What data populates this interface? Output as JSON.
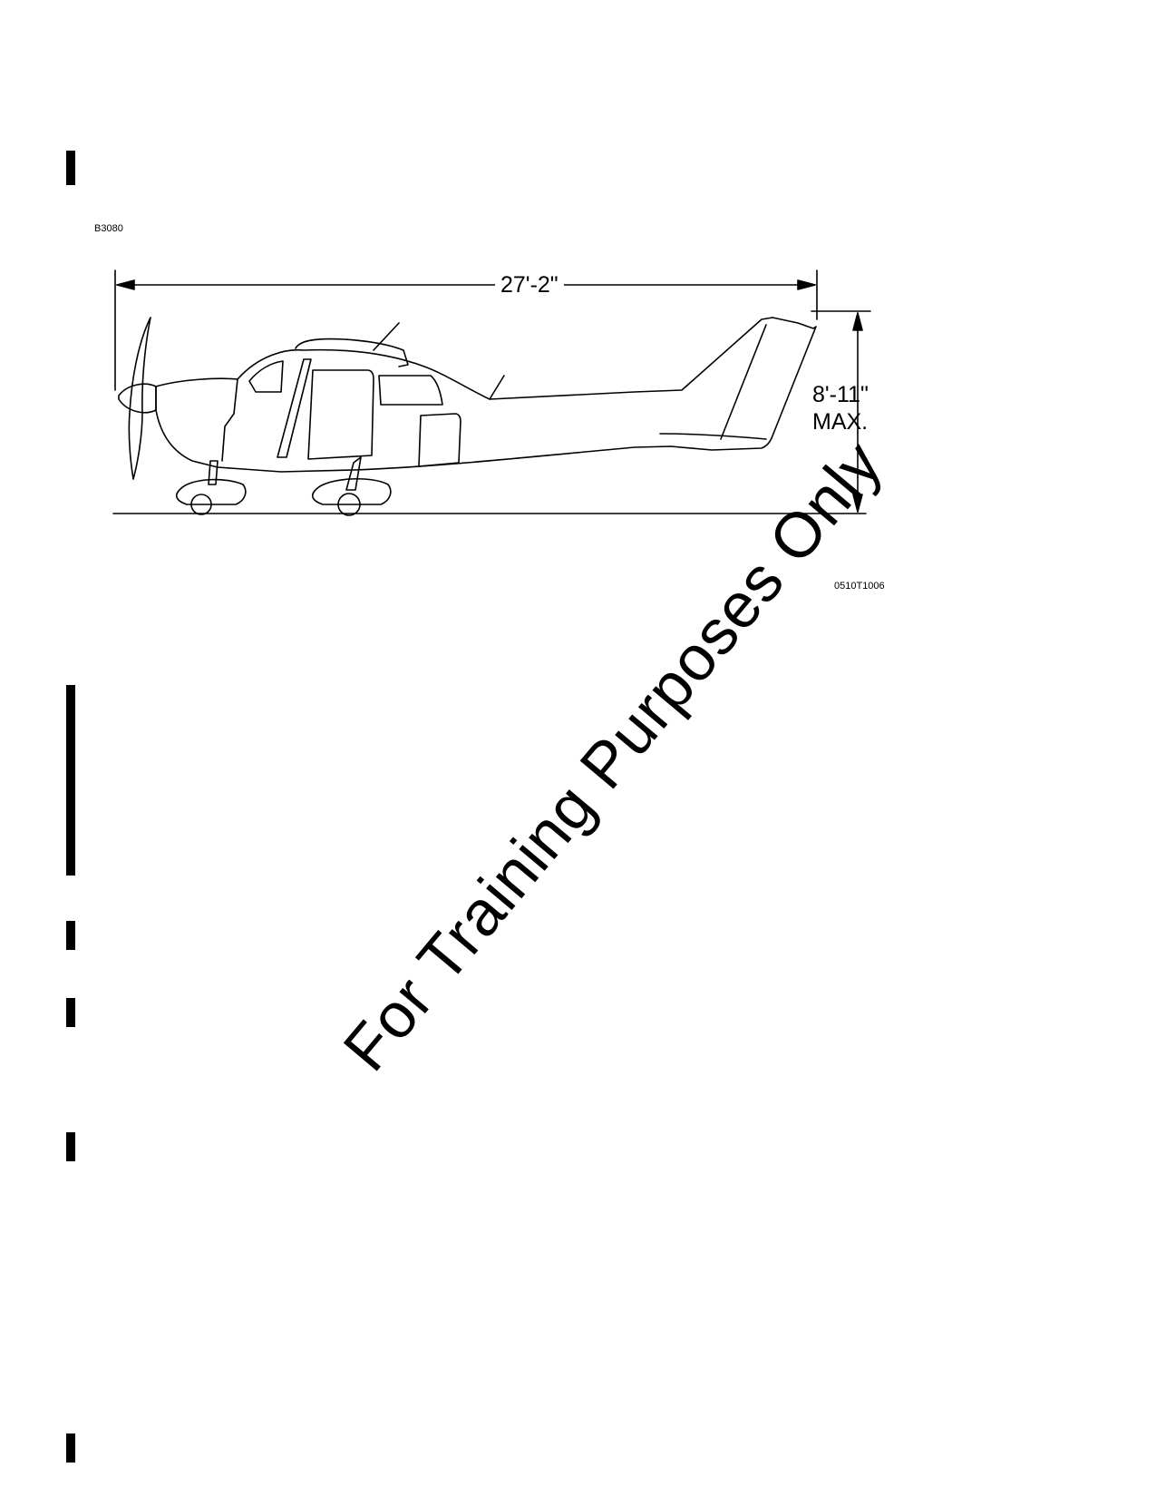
{
  "figure": {
    "id_top": "B3080",
    "id_bottom": "0510T1006",
    "overall_length": "27'-2\"",
    "max_height_value": "8'-11\"",
    "max_height_suffix": "MAX."
  },
  "watermark": "For Training Purposes Only"
}
